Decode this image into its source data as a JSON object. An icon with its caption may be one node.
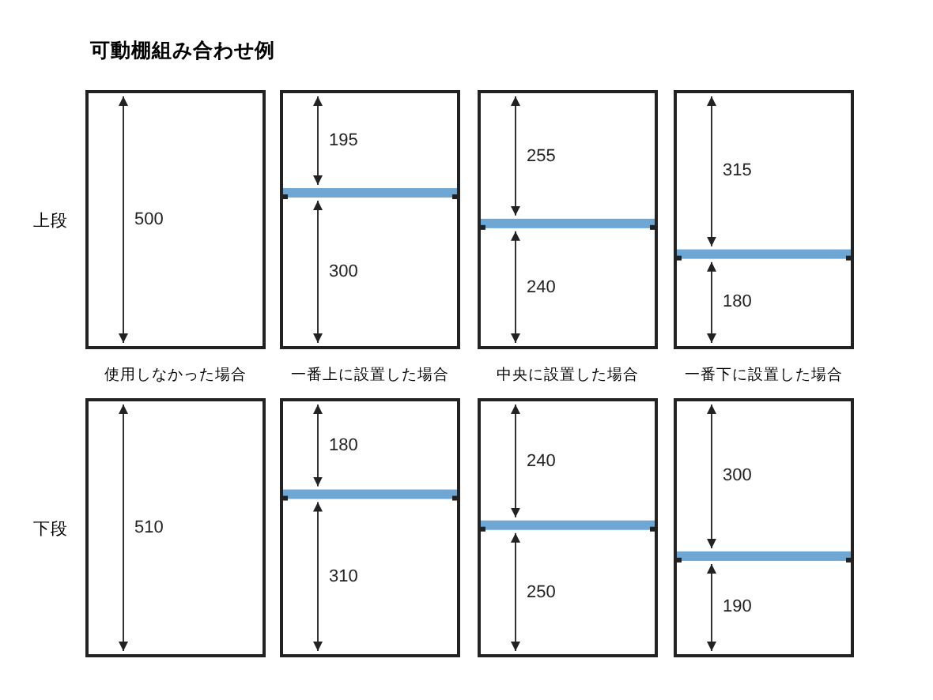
{
  "diagram": {
    "title": "可動棚組み合わせ例",
    "nodes": [
      {
        "text": [
          "500"
        ]
      },
      {
        "text": [
          "195",
          "300"
        ]
      },
      {
        "text": [
          "255",
          "240"
        ]
      },
      {
        "text": [
          "315",
          "180"
        ]
      },
      {
        "text": [
          "510"
        ]
      },
      {
        "text": [
          "180",
          "310"
        ]
      },
      {
        "text": [
          "240",
          "250"
        ]
      },
      {
        "text": [
          "300",
          "190"
        ]
      }
    ],
    "labels": [
      "上段",
      "使用しなかった場合",
      "一番上に設置した場合",
      "中央に設置した場合",
      "一番下に設置した場合",
      "下段"
    ]
  }
}
